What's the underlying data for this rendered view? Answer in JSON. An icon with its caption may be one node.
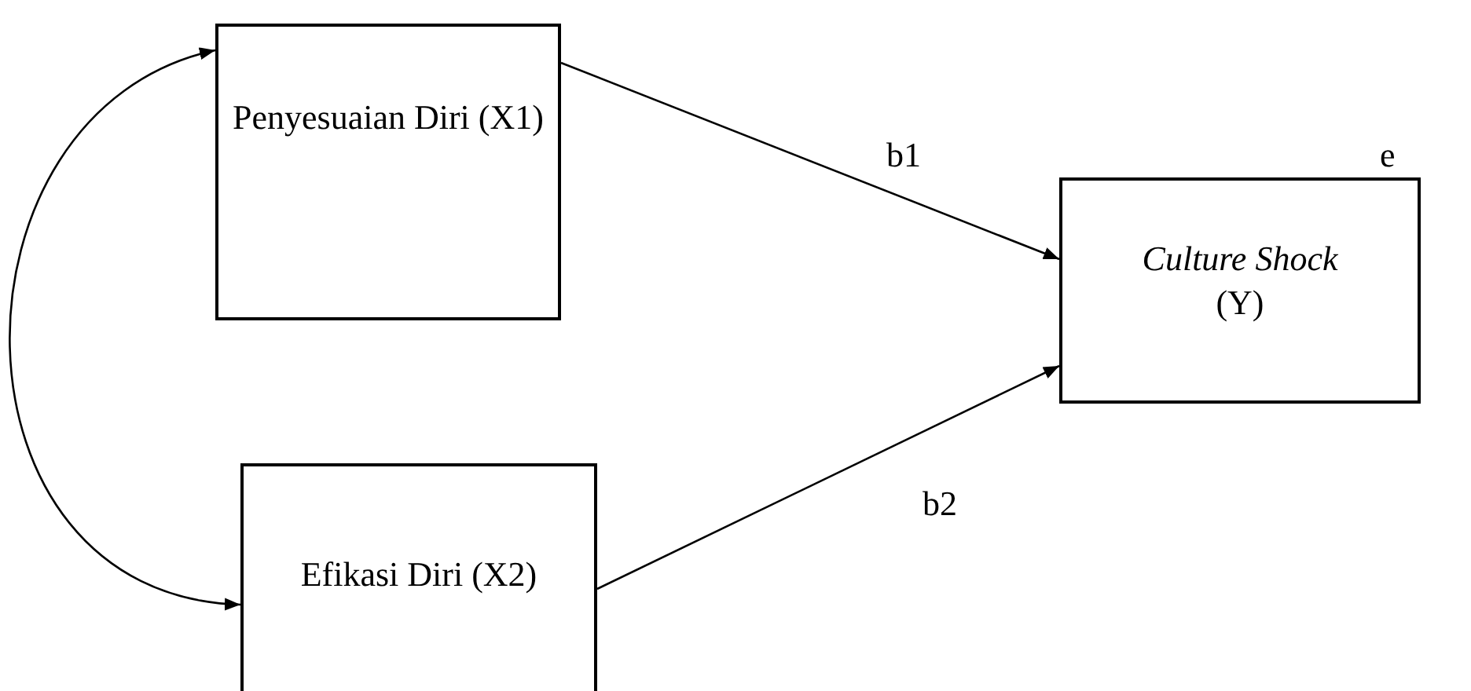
{
  "diagram": {
    "nodes": [
      {
        "text": [
          "Penyesuaian Diri (X1)"
        ]
      },
      {
        "text": [
          "Efikasi Diri (X2)"
        ]
      },
      {
        "text": [
          "Culture Shock",
          "(Y)"
        ]
      }
    ],
    "edges": [
      {
        "from": 0,
        "to": 2,
        "arrow": "to"
      },
      {
        "from": 1,
        "to": 2,
        "arrow": "to"
      },
      {
        "from": 0,
        "to": 1,
        "arrow": "both"
      }
    ],
    "labels": [
      "b1",
      "e",
      "b2"
    ]
  }
}
